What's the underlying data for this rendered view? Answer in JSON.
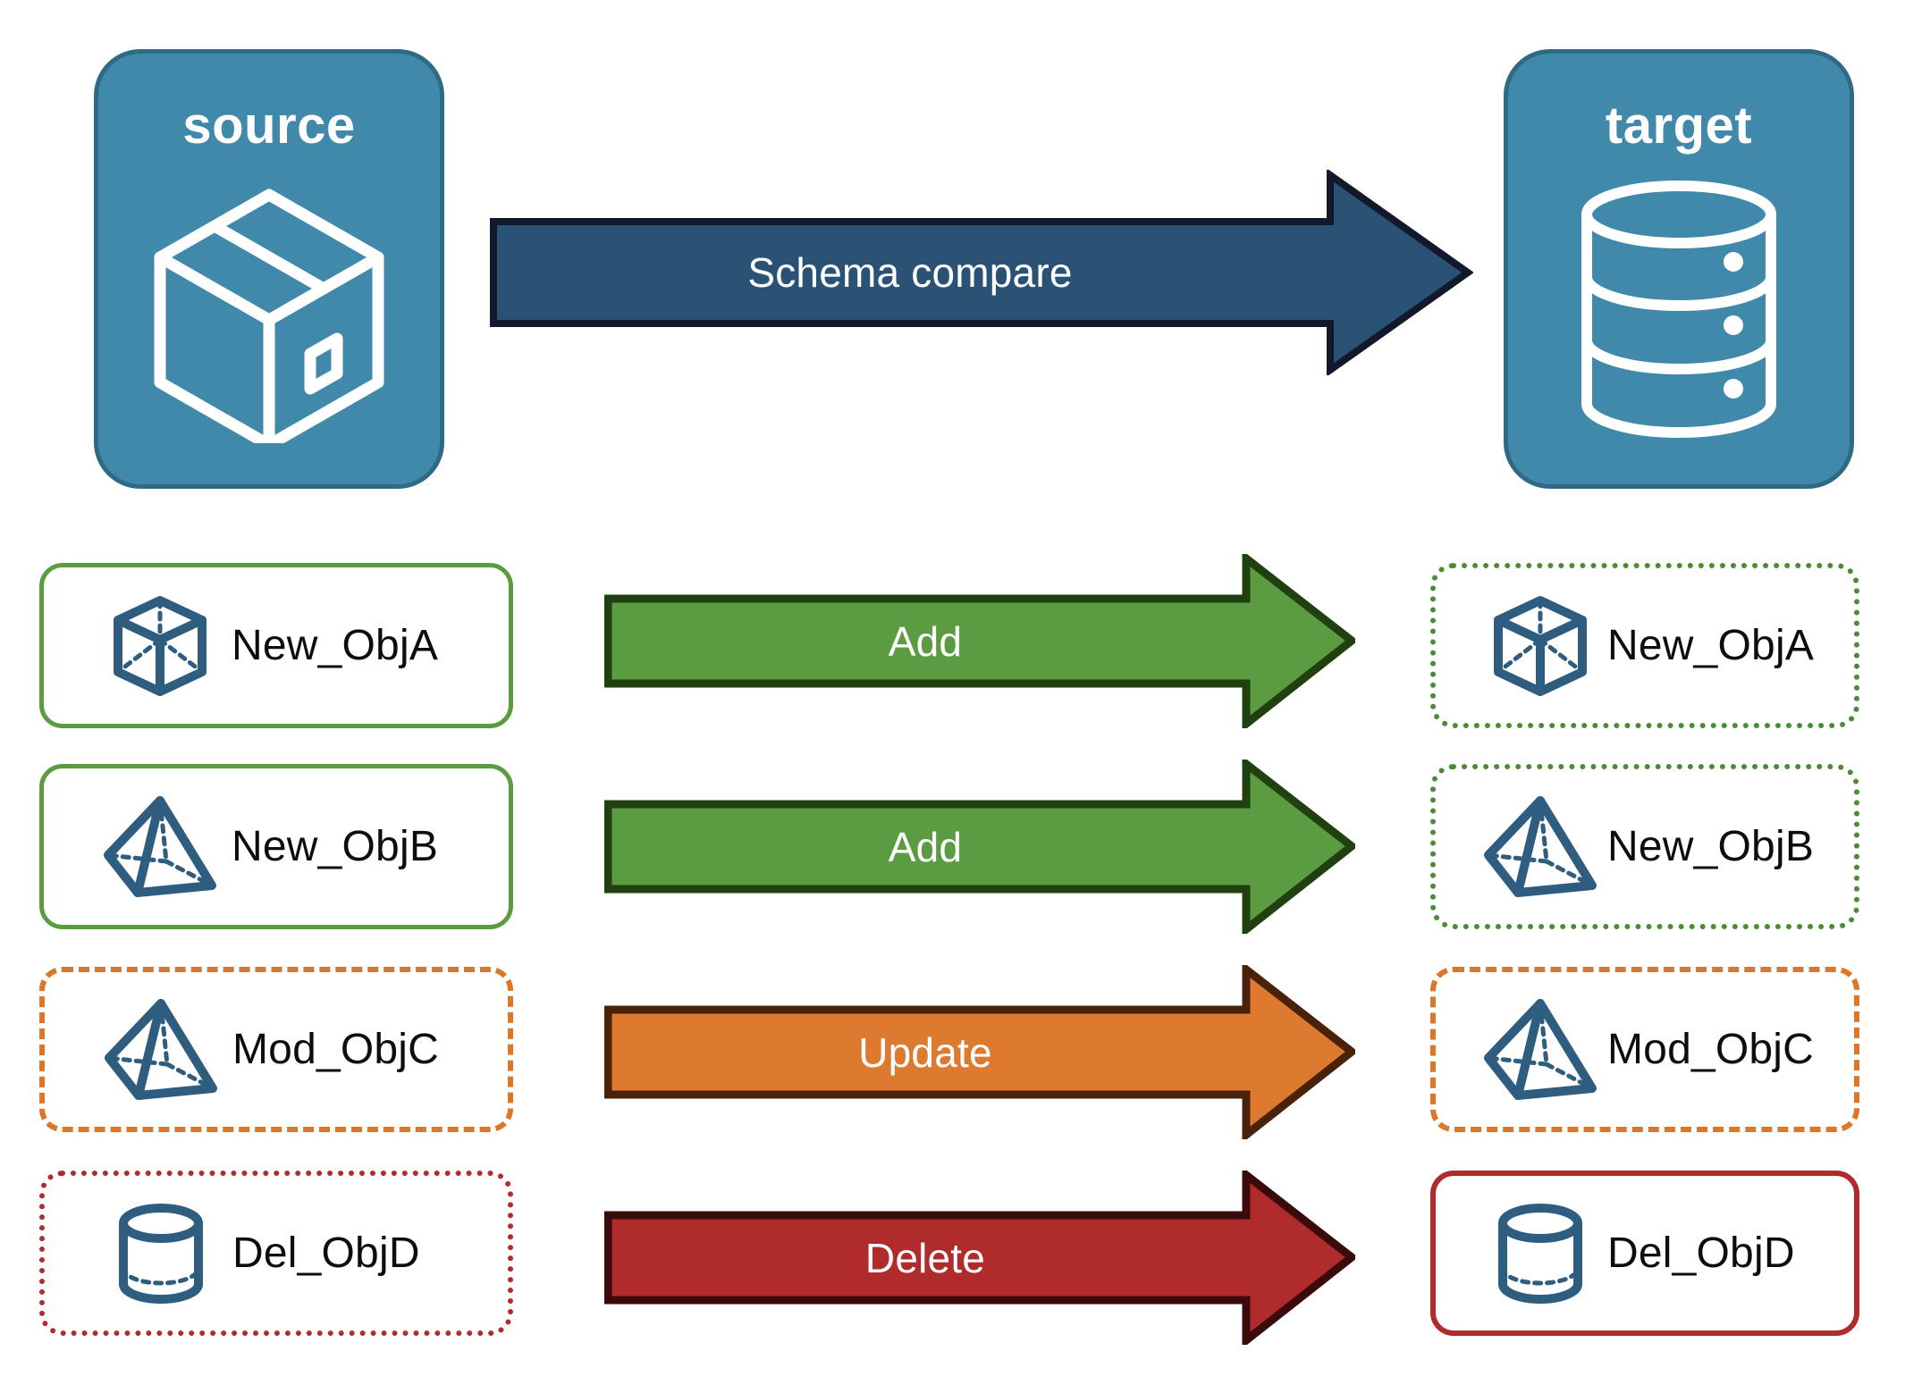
{
  "endpoints": {
    "source": {
      "title": "source",
      "icon": "package-box-icon",
      "fill": "#4089AB",
      "stroke": "#2E6A86"
    },
    "target": {
      "title": "target",
      "icon": "database-cylinder-icon",
      "fill": "#4089AB",
      "stroke": "#2E6A86"
    }
  },
  "main_arrow": {
    "label": "Schema compare",
    "fill": "#2A5275",
    "stroke": "#11192B",
    "text_color": "#FFFFFF"
  },
  "rows": [
    {
      "source": {
        "label": "New_ObjA",
        "icon": "wireframe-cube-icon",
        "border_style": "solid",
        "border_color": "#5B9B41"
      },
      "action": {
        "label": "Add",
        "fill": "#5B9B41",
        "stroke": "#20400F",
        "text_color": "#FFFFFF"
      },
      "target": {
        "label": "New_ObjA",
        "icon": "wireframe-cube-icon",
        "border_style": "dotted",
        "border_color": "#4C8A35"
      }
    },
    {
      "source": {
        "label": "New_ObjB",
        "icon": "wireframe-pyramid-icon",
        "border_style": "solid",
        "border_color": "#5B9B41"
      },
      "action": {
        "label": "Add",
        "fill": "#5B9B41",
        "stroke": "#20400F",
        "text_color": "#FFFFFF"
      },
      "target": {
        "label": "New_ObjB",
        "icon": "wireframe-pyramid-icon",
        "border_style": "dotted",
        "border_color": "#4C8A35"
      }
    },
    {
      "source": {
        "label": "Mod_ObjC",
        "icon": "wireframe-pyramid-icon",
        "border_style": "dashed",
        "border_color": "#DB7728"
      },
      "action": {
        "label": "Update",
        "fill": "#DD7A30",
        "stroke": "#4A2109",
        "text_color": "#FFFFFF"
      },
      "target": {
        "label": "Mod_ObjC",
        "icon": "wireframe-pyramid-icon",
        "border_style": "dashed",
        "border_color": "#DB7728"
      }
    },
    {
      "source": {
        "label": "Del_ObjD",
        "icon": "wireframe-cylinder-icon",
        "border_style": "dotted",
        "border_color": "#B02B2B"
      },
      "action": {
        "label": "Delete",
        "fill": "#B02B2B",
        "stroke": "#3B0A0A",
        "text_color": "#FFFFFF"
      },
      "target": {
        "label": "Del_ObjD",
        "icon": "wireframe-cylinder-icon",
        "border_style": "solid",
        "border_color": "#B02B2B"
      }
    }
  ],
  "palette": {
    "teal": "#4089AB",
    "teal_stroke": "#2E6A86",
    "icon_blue": "#2F5D80",
    "green": "#5B9B41",
    "orange": "#DD7A30",
    "red": "#B02B2B",
    "dark_blue": "#2A5275",
    "background": "#FFFFFF"
  }
}
